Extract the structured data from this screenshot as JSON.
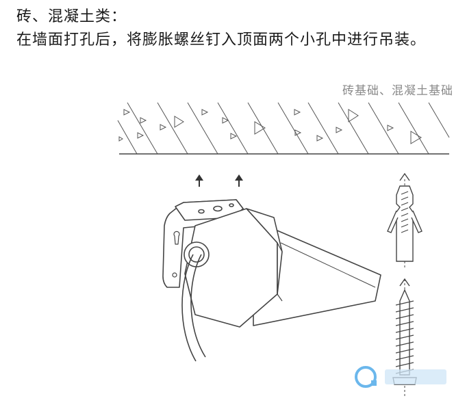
{
  "instructions": {
    "title": "砖、混凝土类：",
    "body": "在墙面打孔后，将膨胀螺丝钉入顶面两个小孔中进行吊装。"
  },
  "ceiling": {
    "label": "砖基础、混凝土基础"
  },
  "icons": [
    "arrow-up-icon",
    "expansion-anchor-icon",
    "screw-icon",
    "watermark-logo-icon"
  ],
  "colors": {
    "line": "#444444",
    "text": "#1a1a1a",
    "label": "#8a8a8a",
    "watermark": "#3aa0e6"
  }
}
